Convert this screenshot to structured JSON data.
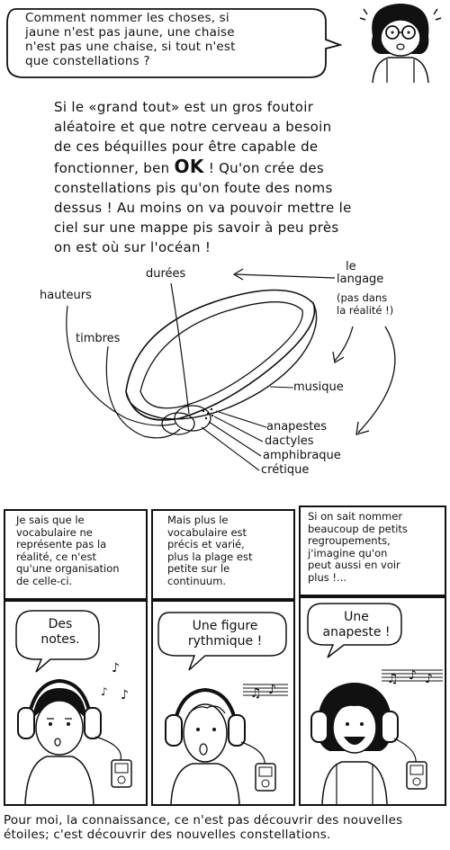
{
  "top_bubble": {
    "line1": "Comment nommer les choses, si",
    "line2": "jaune n'est pas jaune, une chaise",
    "line3": "n'est pas une chaise, si tout n'est",
    "line4": "que constellations ?"
  },
  "intro": {
    "line1": "Si le «grand tout» est un gros foutoir",
    "line2": "aléatoire et que notre cerveau a besoin",
    "line3": "de ces béquilles pour être capable de",
    "line4a": "fonctionner, ben ",
    "ok": "OK",
    "line4b": " ! Qu'on crée des",
    "line5": "constellations pis qu'on foute des noms",
    "line6": "dessus ! Au moins on va pouvoir mettre le",
    "line7": "ciel sur une mappe pis savoir à peu près",
    "line8": "on est où sur l'océan !"
  },
  "diagram": {
    "durees": "durées",
    "hauteurs": "hauteurs",
    "timbres": "timbres",
    "langage": "le",
    "langage2": "langage",
    "note1": "(pas dans",
    "note2": "la réalité !)",
    "musique": "musique",
    "anapestes": "anapestes",
    "dactyles": "dactyles",
    "amphibraque": "amphibraque",
    "cretique": "crétique"
  },
  "panels": [
    {
      "caption": [
        "Je sais que le",
        "vocabulaire ne",
        "représente pas la",
        "réalité, ce n'est",
        "qu'une organisation",
        "de celle-ci."
      ],
      "bubble": [
        "Des",
        "notes."
      ]
    },
    {
      "caption": [
        "Mais plus le",
        "vocabulaire est",
        "précis et varié,",
        "plus la plage est",
        "petite sur le",
        "continuum."
      ],
      "bubble": [
        "Une figure",
        "rythmique !"
      ]
    },
    {
      "caption": [
        "Si on sait nommer",
        "beaucoup de petits",
        "regroupements,",
        "j'imagine qu'on",
        "peut aussi en voir",
        "plus !..."
      ],
      "bubble": [
        "Une",
        "anapeste !"
      ]
    }
  ],
  "bottom": {
    "line1": "Pour moi, la connaissance, ce n'est pas découvrir des nouvelles",
    "line2": "étoiles; c'est découvrir des nouvelles constellations."
  }
}
